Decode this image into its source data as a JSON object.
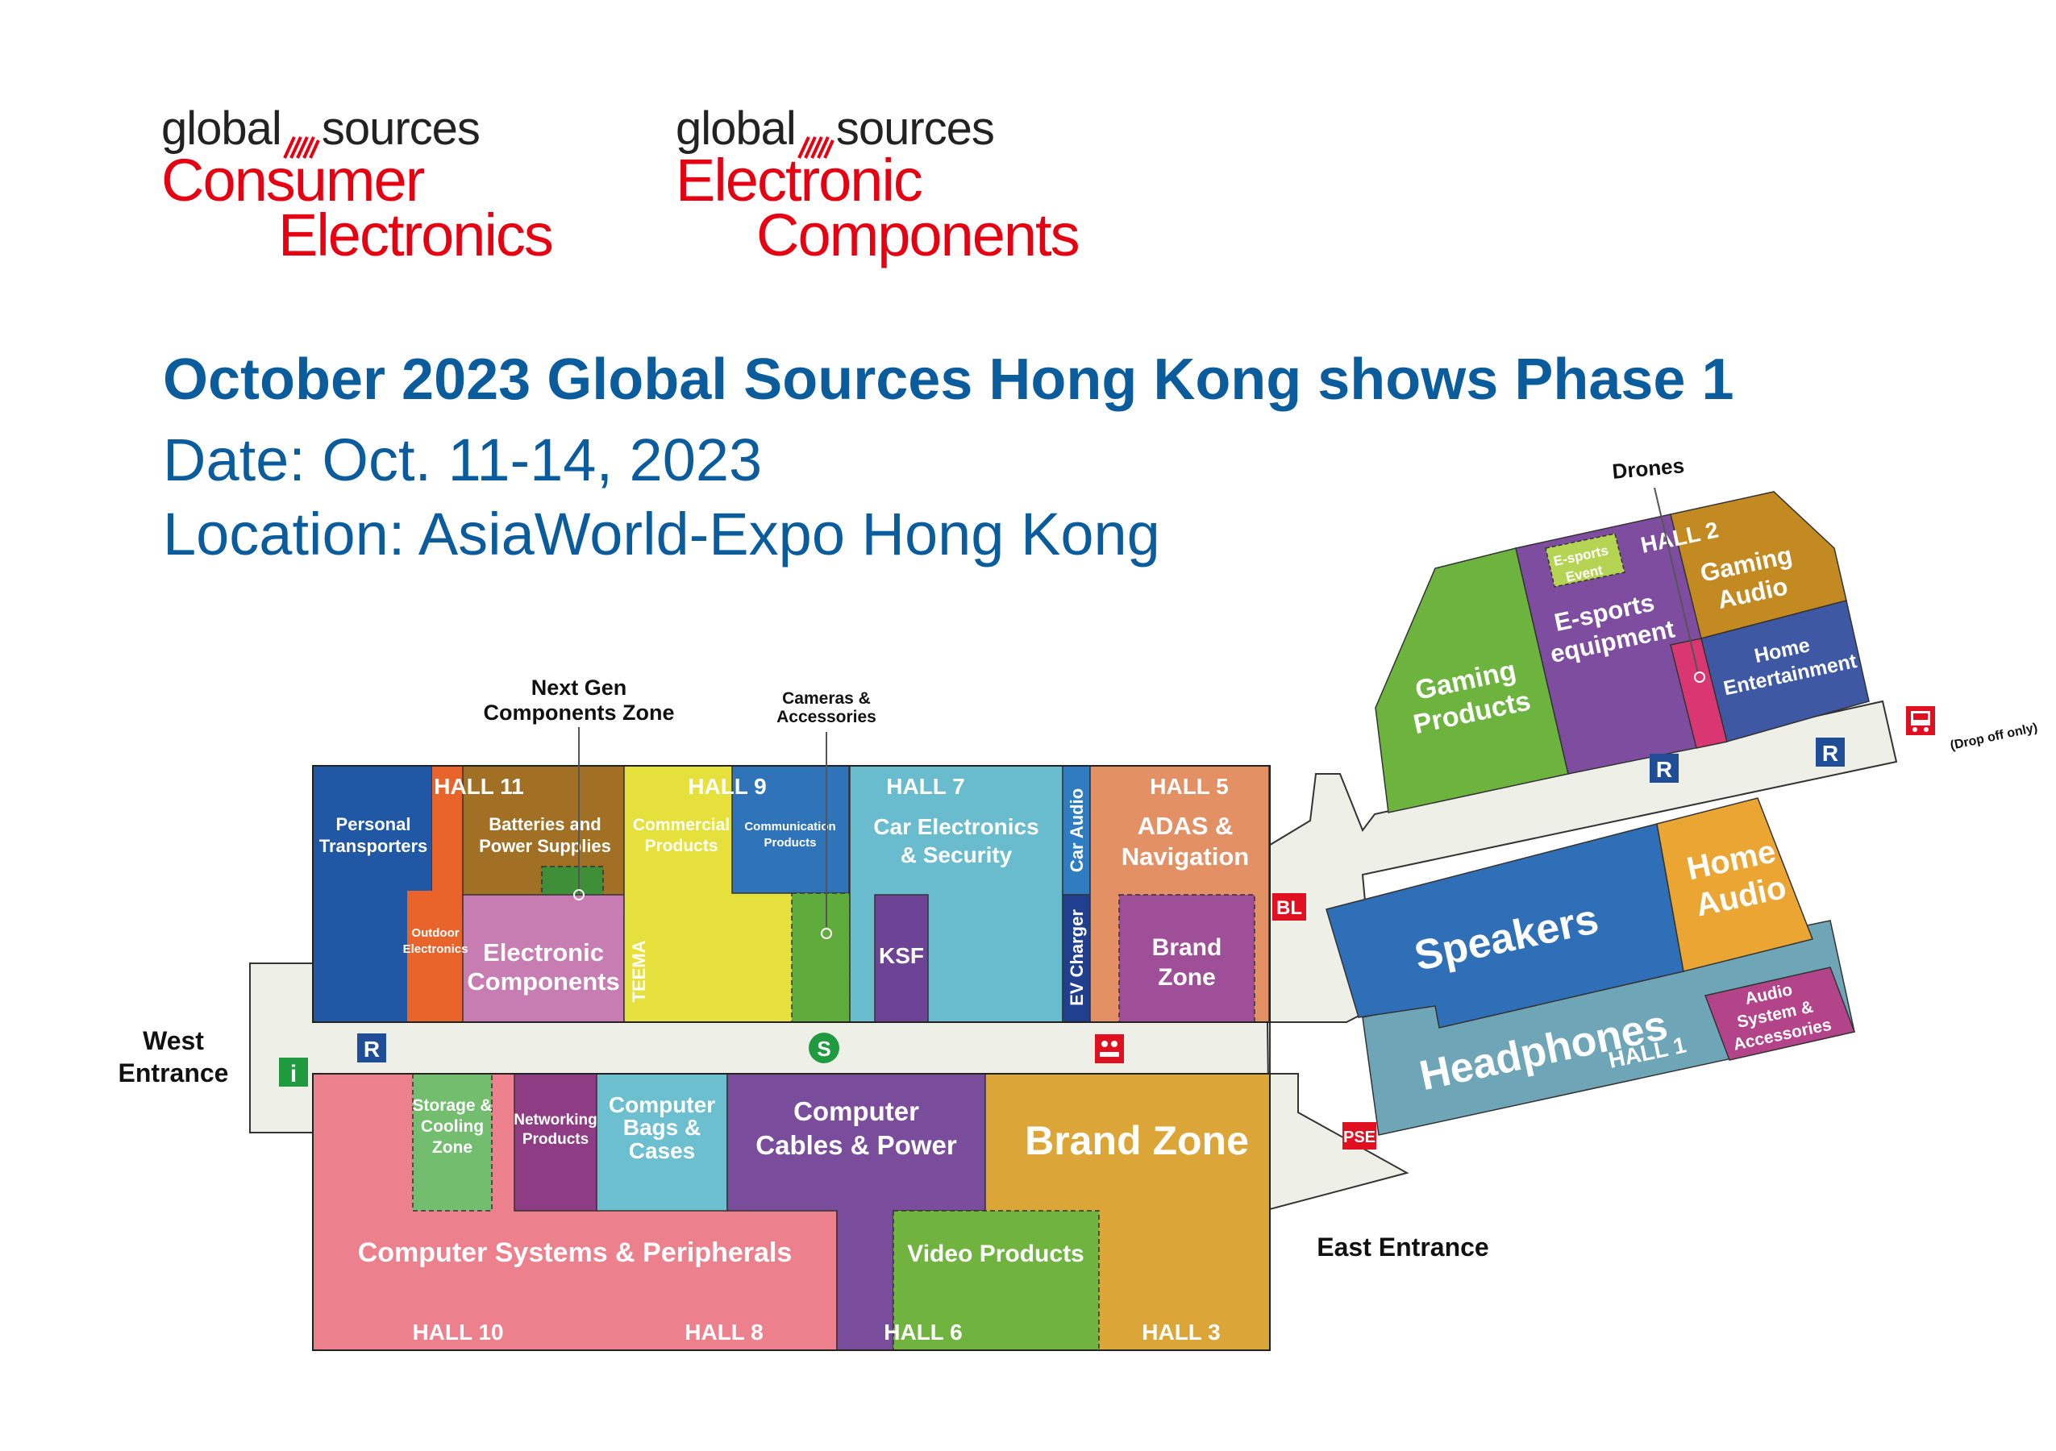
{
  "logos": [
    {
      "brand": "global",
      "brand2": "sources",
      "line1": "Consumer",
      "line2": "Electronics"
    },
    {
      "brand": "global",
      "brand2": "sources",
      "line1": "Electronic",
      "line2": "Components"
    }
  ],
  "title": "October 2023 Global Sources Hong Kong shows Phase 1",
  "date": "Date: Oct. 11-14, 2023",
  "location": "Location: AsiaWorld-Expo Hong Kong",
  "colors": {
    "title_blue": "#0a5c9c",
    "logo_red": "#e60012",
    "corridor": "#eeefe6"
  },
  "halls": {
    "hall11": "HALL 11",
    "hall9": "HALL 9",
    "hall7": "HALL 7",
    "hall5": "HALL 5",
    "hall10": "HALL 10",
    "hall8": "HALL 8",
    "hall6": "HALL 6",
    "hall3": "HALL 3",
    "hall2": "HALL 2",
    "hall1": "HALL 1"
  },
  "zones": {
    "personal_transporters": [
      "Personal",
      "Transporters"
    ],
    "batteries": [
      "Batteries and",
      "Power Supplies"
    ],
    "outdoor": [
      "Outdoor",
      "Electronics"
    ],
    "electronic_components": [
      "Electronic",
      "Components"
    ],
    "teema": "TEEMA",
    "commercial": [
      "Commercial",
      "Products"
    ],
    "communication": [
      "Communication",
      "Products"
    ],
    "car_electronics": [
      "Car Electronics",
      "& Security"
    ],
    "ksf": "KSF",
    "car_audio": "Car Audio",
    "ev_charger": "EV Charger",
    "adas": [
      "ADAS &",
      "Navigation"
    ],
    "brand_zone_small": [
      "Brand",
      "Zone"
    ],
    "storage": [
      "Storage &",
      "Cooling",
      "Zone"
    ],
    "networking": [
      "Networking",
      "Products"
    ],
    "computer_bags": [
      "Computer",
      "Bags &",
      "Cases"
    ],
    "computer_cables": [
      "Computer",
      "Cables & Power"
    ],
    "brand_zone_big": "Brand Zone",
    "computer_systems": "Computer Systems & Peripherals",
    "video_products": "Video Products",
    "gaming_products": [
      "Gaming",
      "Products"
    ],
    "esports_event": [
      "E-sports",
      "Event"
    ],
    "esports_equipment": [
      "E-sports",
      "equipment"
    ],
    "gaming_audio": [
      "Gaming",
      "Audio"
    ],
    "home_entertainment": [
      "Home",
      "Entertainment"
    ],
    "speakers": "Speakers",
    "home_audio": [
      "Home",
      "Audio"
    ],
    "headphones": "Headphones",
    "audio_system": [
      "Audio",
      "System &",
      "Accessories"
    ]
  },
  "callouts": {
    "next_gen": [
      "Next Gen",
      "Components Zone"
    ],
    "cameras": [
      "Cameras &",
      "Accessories"
    ],
    "drones": "Drones"
  },
  "entrances": {
    "west": [
      "West",
      "Entrance"
    ],
    "east": "East Entrance"
  },
  "markers": {
    "restroom": "R",
    "info": "i",
    "shop": "S",
    "bl": "BL",
    "pse": "PSE",
    "drop_off": "(Drop off only)"
  }
}
